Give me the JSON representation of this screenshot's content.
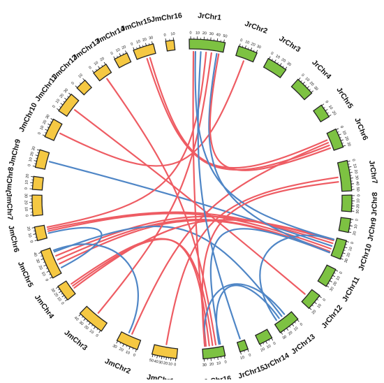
{
  "colors": {
    "jm_block": "#f5c842",
    "jr_block": "#7dc242",
    "block_stroke": "#222222",
    "link_red": "#ee5c63",
    "link_blue": "#4f86c6"
  },
  "chromosomes": [
    {
      "id": "JmChr1",
      "label": "JmChr1",
      "group": "jm",
      "ticks": [
        "0",
        "10",
        "20",
        "30",
        "40",
        "50"
      ]
    },
    {
      "id": "JmChr2",
      "label": "JmChr2",
      "group": "jm",
      "ticks": [
        "0",
        "10",
        "20",
        "30"
      ]
    },
    {
      "id": "JmChr3",
      "label": "JmChr3",
      "group": "jm",
      "ticks": [
        "0",
        "10",
        "20",
        "30",
        "40"
      ]
    },
    {
      "id": "JmChr4",
      "label": "JmChr4",
      "group": "jm",
      "ticks": [
        "0",
        "10",
        "20",
        "30"
      ]
    },
    {
      "id": "JmChr5",
      "label": "JmChr5",
      "group": "jm",
      "ticks": [
        "0",
        "10",
        "20",
        "30",
        "40"
      ]
    },
    {
      "id": "JmChr6",
      "label": "JmChr6",
      "group": "jm",
      "ticks": [
        "0",
        "10",
        "20"
      ]
    },
    {
      "id": "JmChr7",
      "label": "JmChr7",
      "group": "jm",
      "ticks": [
        "0",
        "10",
        "20",
        "30"
      ]
    },
    {
      "id": "JmChr8",
      "label": "JmChr8",
      "group": "jm",
      "ticks": [
        "0",
        "10",
        "20"
      ]
    },
    {
      "id": "JmChr9",
      "label": "JmChr9",
      "group": "jm",
      "ticks": [
        "0",
        "10",
        "20",
        "30"
      ]
    },
    {
      "id": "JmChr10",
      "label": "JmChr10",
      "group": "jm",
      "ticks": [
        "0",
        "10",
        "20",
        "30"
      ]
    },
    {
      "id": "JmChr11",
      "label": "JmChr11",
      "group": "jm",
      "ticks": [
        "0",
        "10",
        "20",
        "30"
      ]
    },
    {
      "id": "JmChr12",
      "label": "JmChr12",
      "group": "jm",
      "ticks": [
        "0",
        "10"
      ]
    },
    {
      "id": "JmChr13",
      "label": "JmChr13",
      "group": "jm",
      "ticks": [
        "0",
        "10",
        "20"
      ]
    },
    {
      "id": "JmChr14",
      "label": "JmChr14",
      "group": "jm",
      "ticks": [
        "0",
        "10",
        "20"
      ]
    },
    {
      "id": "JmChr15",
      "label": "JmChr15",
      "group": "jm",
      "ticks": [
        "0",
        "10",
        "20",
        "30"
      ]
    },
    {
      "id": "JmChr16",
      "label": "JmChr16",
      "group": "jm",
      "ticks": [
        "0",
        "10"
      ]
    },
    {
      "id": "JrChr1",
      "label": "JrChr1",
      "group": "jr",
      "ticks": [
        "0",
        "10",
        "20",
        "30",
        "40",
        "50"
      ]
    },
    {
      "id": "JrChr2",
      "label": "JrChr2",
      "group": "jr",
      "ticks": [
        "0",
        "10",
        "20",
        "30"
      ]
    },
    {
      "id": "JrChr3",
      "label": "JrChr3",
      "group": "jr",
      "ticks": [
        "0",
        "10",
        "20",
        "30"
      ]
    },
    {
      "id": "JrChr4",
      "label": "JrChr4",
      "group": "jr",
      "ticks": [
        "0",
        "10",
        "20",
        "30"
      ]
    },
    {
      "id": "JrChr5",
      "label": "JrChr5",
      "group": "jr",
      "ticks": [
        "0",
        "10",
        "20"
      ]
    },
    {
      "id": "JrChr6",
      "label": "JrChr6",
      "group": "jr",
      "ticks": [
        "0",
        "10",
        "20",
        "30"
      ]
    },
    {
      "id": "JrChr7",
      "label": "JrChr7",
      "group": "jr",
      "ticks": [
        "0",
        "10",
        "20",
        "30",
        "40",
        "50"
      ]
    },
    {
      "id": "JrChr8",
      "label": "JrChr8",
      "group": "jr",
      "ticks": [
        "0",
        "10",
        "20",
        "30"
      ]
    },
    {
      "id": "JrChr9",
      "label": "JrChr9",
      "group": "jr",
      "ticks": [
        "0",
        "10",
        "20"
      ]
    },
    {
      "id": "JrChr10",
      "label": "JrChr10",
      "group": "jr",
      "ticks": [
        "0",
        "10",
        "20",
        "30"
      ]
    },
    {
      "id": "JrChr11",
      "label": "JrChr11",
      "group": "jr",
      "ticks": [
        "0",
        "10",
        "20",
        "30"
      ]
    },
    {
      "id": "JrChr12",
      "label": "JrChr12",
      "group": "jr",
      "ticks": [
        "0",
        "10",
        "20"
      ]
    },
    {
      "id": "JrChr13",
      "label": "JrChr13",
      "group": "jr",
      "ticks": [
        "0",
        "10",
        "20",
        "30"
      ]
    },
    {
      "id": "JrChr14",
      "label": "JrChr14",
      "group": "jr",
      "ticks": [
        "0",
        "10",
        "20"
      ]
    },
    {
      "id": "JrChr15",
      "label": "JrChr15",
      "group": "jr",
      "ticks": [
        "0",
        "10"
      ]
    },
    {
      "id": "JrChr16",
      "label": "JrChr16",
      "group": "jr",
      "ticks": [
        "0",
        "10",
        "20",
        "30"
      ]
    }
  ],
  "links": [
    {
      "from": "JmChr9",
      "to": "JrChr10",
      "color": "blue"
    },
    {
      "from": "JmChr6",
      "to": "JrChr10",
      "color": "red"
    },
    {
      "from": "JmChr6",
      "to": "JrChr10",
      "color": "red"
    },
    {
      "from": "JmChr5",
      "to": "JrChr10",
      "color": "red"
    },
    {
      "from": "JmChr5",
      "to": "JrChr10",
      "color": "red"
    },
    {
      "from": "JmChr5",
      "to": "JrChr10",
      "color": "red"
    },
    {
      "from": "JmChr5",
      "to": "JrChr13",
      "color": "blue"
    },
    {
      "from": "JmChr6",
      "to": "JmChr5",
      "color": "blue"
    },
    {
      "from": "JmChr6",
      "to": "JrChr1",
      "color": "red"
    },
    {
      "from": "JmChr4",
      "to": "JrChr16",
      "color": "red"
    },
    {
      "from": "JmChr4",
      "to": "JrChr16",
      "color": "red"
    },
    {
      "from": "JmChr4",
      "to": "JrChr10",
      "color": "red"
    },
    {
      "from": "JmChr3",
      "to": "JrChr1",
      "color": "red"
    },
    {
      "from": "JmChr2",
      "to": "JrChr6",
      "color": "red"
    },
    {
      "from": "JmChr2",
      "to": "JmChr5",
      "color": "blue"
    },
    {
      "from": "JmChr1",
      "to": "JrChr7",
      "color": "red"
    },
    {
      "from": "JmChr11",
      "to": "JrChr12",
      "color": "red"
    },
    {
      "from": "JmChr10",
      "to": "JrChr2",
      "color": "red"
    },
    {
      "from": "JmChr13",
      "to": "JrChr16",
      "color": "red"
    },
    {
      "from": "JmChr15",
      "to": "JrChr6",
      "color": "red"
    },
    {
      "from": "JmChr15",
      "to": "JrChr6",
      "color": "red"
    },
    {
      "from": "JrChr1",
      "to": "JrChr15",
      "color": "blue"
    },
    {
      "from": "JrChr1",
      "to": "JrChr10",
      "color": "blue"
    },
    {
      "from": "JrChr1",
      "to": "JrChr10",
      "color": "blue"
    },
    {
      "from": "JrChr1",
      "to": "JrChr6",
      "color": "red"
    },
    {
      "from": "JrChr1",
      "to": "JrChr16",
      "color": "red"
    },
    {
      "from": "JrChr16",
      "to": "JrChr13",
      "color": "blue"
    },
    {
      "from": "JrChr16",
      "to": "JrChr13",
      "color": "blue"
    },
    {
      "from": "JrChr16",
      "to": "JrChr10",
      "color": "blue"
    },
    {
      "from": "JrChr13",
      "to": "JrChr10",
      "color": "blue"
    },
    {
      "from": "JrChr16",
      "to": "JrChr7",
      "color": "red"
    }
  ]
}
